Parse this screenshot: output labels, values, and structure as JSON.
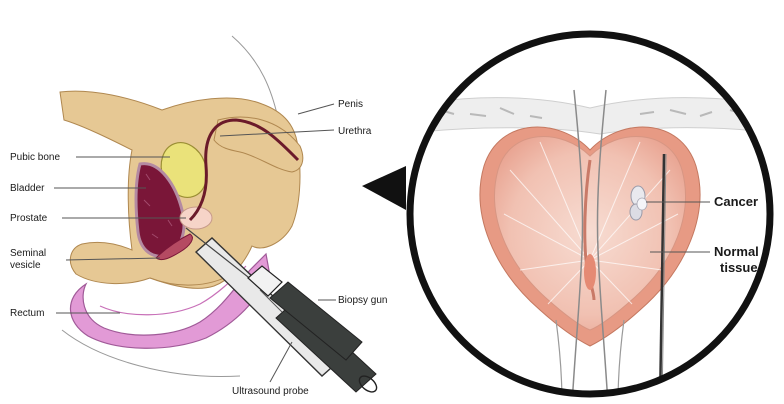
{
  "left_panel": {
    "labels": {
      "penis": "Penis",
      "urethra": "Urethra",
      "pubic_bone": "Pubic bone",
      "bladder": "Bladder",
      "prostate": "Prostate",
      "seminal_vesicle_1": "Seminal",
      "seminal_vesicle_2": "vesicle",
      "rectum": "Rectum",
      "biopsy_gun": "Biopsy gun",
      "ultrasound_probe": "Ultrasound probe"
    }
  },
  "right_panel": {
    "labels": {
      "cancer": "Cancer",
      "normal_tissue_1": "Normal",
      "normal_tissue_2": "tissue"
    }
  },
  "colors": {
    "tan": "#e6c894",
    "tan_outline": "#b08850",
    "bladder": "#7a1638",
    "pubic_bone": "#eae27a",
    "rectum": "#e29ad6",
    "prostate_light": "#f6d4c8",
    "prostate_mid": "#efb9a8",
    "urethra": "#6b1a2a"
  }
}
